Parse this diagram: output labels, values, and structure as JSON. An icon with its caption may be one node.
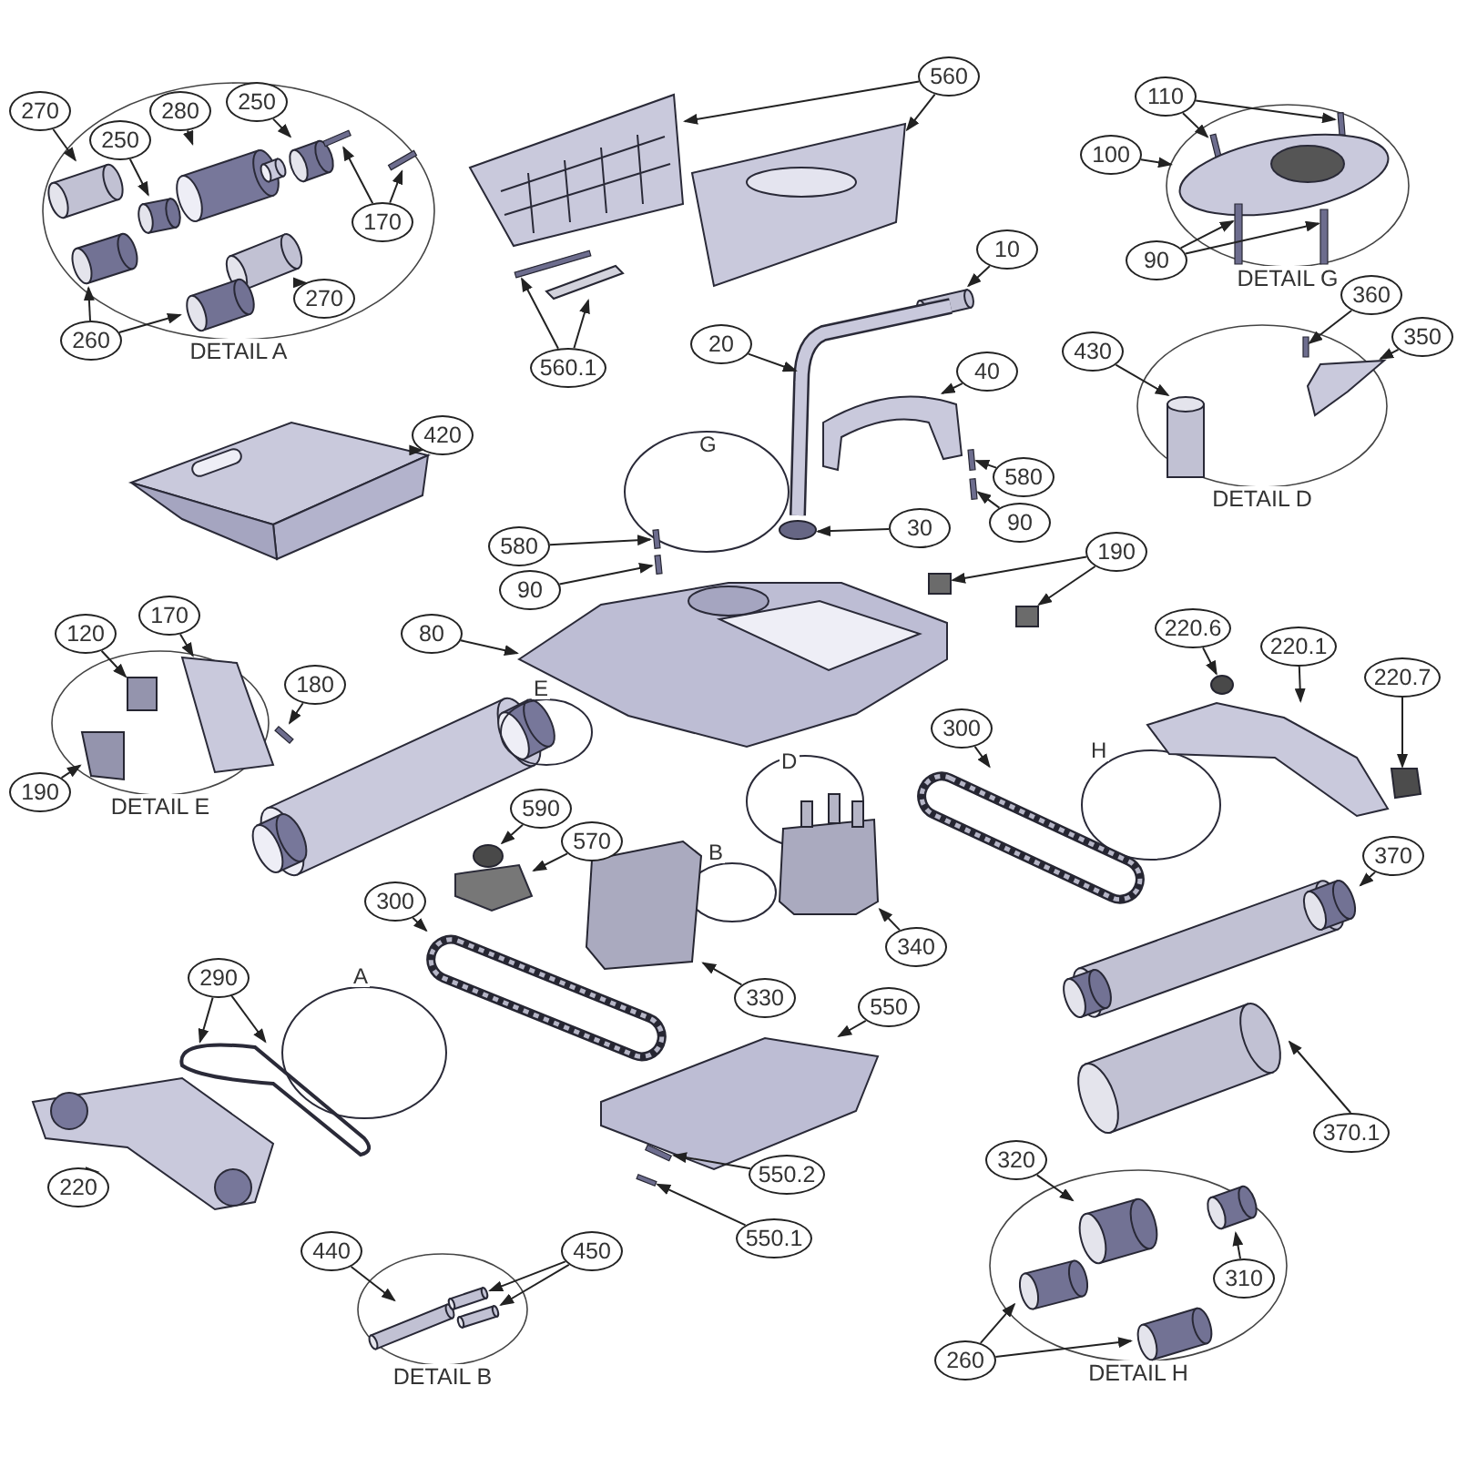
{
  "diagram": {
    "nodes": [
      {
        "text": [
          "DETAIL A"
        ]
      },
      {
        "text": [
          "DETAIL G"
        ]
      },
      {
        "text": [
          "DETAIL D"
        ]
      },
      {
        "text": [
          "DETAIL E"
        ]
      },
      {
        "text": [
          "DETAIL B"
        ]
      },
      {
        "text": [
          "DETAIL H"
        ]
      },
      {
        "text": [
          "270"
        ]
      },
      {
        "text": [
          "250"
        ],
        "in": 0
      },
      {
        "text": [
          "280"
        ],
        "in": 0
      },
      {
        "text": [
          "250"
        ],
        "in": 0
      },
      {
        "text": [
          "170"
        ],
        "in": 0
      },
      {
        "text": [
          "270"
        ],
        "in": 0
      },
      {
        "text": [
          "260"
        ]
      },
      {
        "text": [
          "560"
        ]
      },
      {
        "text": [
          "110"
        ]
      },
      {
        "text": [
          "100"
        ]
      },
      {
        "text": [
          "10"
        ]
      },
      {
        "text": [
          "90"
        ]
      },
      {
        "text": [
          "360"
        ]
      },
      {
        "text": [
          "350"
        ]
      },
      {
        "text": [
          "20"
        ]
      },
      {
        "text": [
          "430"
        ]
      },
      {
        "text": [
          "560.1"
        ]
      },
      {
        "text": [
          "40"
        ]
      },
      {
        "text": [
          "420"
        ]
      },
      {
        "text": [
          "580"
        ]
      },
      {
        "text": [
          "90"
        ]
      },
      {
        "text": [
          "30"
        ]
      },
      {
        "text": [
          "580"
        ]
      },
      {
        "text": [
          "190"
        ]
      },
      {
        "text": [
          "90"
        ]
      },
      {
        "text": [
          "120"
        ]
      },
      {
        "text": [
          "170"
        ]
      },
      {
        "text": [
          "80"
        ]
      },
      {
        "text": [
          "220.6"
        ]
      },
      {
        "text": [
          "220.1"
        ]
      },
      {
        "text": [
          "180"
        ]
      },
      {
        "text": [
          "220.7"
        ]
      },
      {
        "text": [
          "300"
        ]
      },
      {
        "text": [
          "190"
        ]
      },
      {
        "text": [
          "590"
        ]
      },
      {
        "text": [
          "570"
        ]
      },
      {
        "text": [
          "370"
        ]
      },
      {
        "text": [
          "300"
        ]
      },
      {
        "text": [
          "340"
        ]
      },
      {
        "text": [
          "330"
        ]
      },
      {
        "text": [
          "550"
        ]
      },
      {
        "text": [
          "290"
        ]
      },
      {
        "text": [
          "370.1"
        ]
      },
      {
        "text": [
          "320"
        ]
      },
      {
        "text": [
          "550.2"
        ]
      },
      {
        "text": [
          "220"
        ]
      },
      {
        "text": [
          "550.1"
        ]
      },
      {
        "text": [
          "440"
        ]
      },
      {
        "text": [
          "450"
        ]
      },
      {
        "text": [
          "310"
        ],
        "in": 5
      },
      {
        "text": [
          "260"
        ]
      },
      {
        "text": [],
        "shape": "cylinder",
        "in": 0
      },
      {
        "text": [],
        "shape": "cylinder",
        "in": 0
      },
      {
        "text": [],
        "shape": "picture",
        "in": 0
      },
      {
        "text": [],
        "shape": "cylinder",
        "in": 0
      },
      {
        "text": [],
        "shape": "bar",
        "in": 0
      },
      {
        "text": [],
        "shape": "bar",
        "in": 0
      },
      {
        "text": [],
        "shape": "cylinder",
        "in": 0
      },
      {
        "text": [],
        "shape": "cylinder",
        "in": 0
      },
      {
        "text": [],
        "shape": "cylinder",
        "in": 0
      },
      {
        "text": [],
        "shape": "picture"
      },
      {
        "text": [],
        "shape": "picture"
      },
      {
        "text": [],
        "shape": "bar",
        "in": 1
      },
      {
        "text": [],
        "shape": "bar",
        "in": 1
      },
      {
        "text": [],
        "shape": "picture",
        "in": 1
      },
      {
        "text": [],
        "shape": "cylinder"
      },
      {
        "text": [],
        "shape": "bar",
        "in": 1
      },
      {
        "text": [],
        "shape": "bar",
        "in": 1
      },
      {
        "text": [],
        "shape": "bar",
        "in": 2
      },
      {
        "text": [],
        "shape": "picture",
        "in": 2
      },
      {
        "text": [],
        "shape": "picture"
      },
      {
        "text": [],
        "shape": "cylinder",
        "in": 2
      },
      {
        "text": [],
        "shape": "bar"
      },
      {
        "text": [],
        "shape": "bar"
      },
      {
        "text": [],
        "shape": "picture"
      },
      {
        "text": [],
        "shape": "picture"
      },
      {
        "text": [],
        "shape": "bar"
      },
      {
        "text": [],
        "shape": "bar"
      },
      {
        "text": [],
        "shape": "circle"
      },
      {
        "text": [],
        "shape": "bar"
      },
      {
        "text": [],
        "shape": "box"
      },
      {
        "text": [],
        "shape": "box"
      },
      {
        "text": [],
        "shape": "bar"
      },
      {
        "text": [],
        "shape": "box",
        "in": 3
      },
      {
        "text": [],
        "shape": "picture",
        "in": 3
      },
      {
        "text": [],
        "shape": "picture"
      },
      {
        "text": [],
        "shape": "circle"
      },
      {
        "text": [],
        "shape": "picture"
      },
      {
        "text": [],
        "shape": "bar"
      },
      {
        "text": [],
        "shape": "box"
      },
      {
        "text": [],
        "shape": "box"
      },
      {
        "text": [],
        "shape": "box",
        "in": 3
      },
      {
        "text": [],
        "shape": "circle"
      },
      {
        "text": [],
        "shape": "picture"
      },
      {
        "text": [],
        "shape": "cylinder"
      },
      {
        "text": [],
        "shape": "box"
      },
      {
        "text": [],
        "shape": "box"
      },
      {
        "text": [],
        "shape": "box"
      },
      {
        "text": [],
        "shape": "picture"
      },
      {
        "text": [],
        "shape": "picture"
      },
      {
        "text": [],
        "shape": "cylinder"
      },
      {
        "text": [],
        "shape": "cylinder",
        "in": 5
      },
      {
        "text": [],
        "shape": "bar"
      },
      {
        "text": [],
        "shape": "picture"
      },
      {
        "text": [],
        "shape": "bar"
      },
      {
        "text": [],
        "shape": "cylinder",
        "in": 4
      },
      {
        "text": [],
        "shape": "cylinder",
        "in": 4
      },
      {
        "text": [],
        "shape": "cylinder",
        "in": 4
      },
      {
        "text": [],
        "shape": "cylinder",
        "in": 5
      },
      {
        "text": [],
        "shape": "cylinder",
        "in": 5
      },
      {
        "text": [],
        "shape": "cylinder",
        "in": 5
      }
    ],
    "edges": [
      {
        "from": 6,
        "to": 57,
        "arrow": "to"
      },
      {
        "from": 7,
        "to": 58,
        "arrow": "to"
      },
      {
        "from": 8,
        "to": 59,
        "arrow": "to"
      },
      {
        "from": 9,
        "to": 60,
        "arrow": "to"
      },
      {
        "from": 10,
        "to": 61,
        "arrow": "to"
      },
      {
        "from": 10,
        "to": 62,
        "arrow": "to"
      },
      {
        "from": 11,
        "to": 63,
        "arrow": "to"
      },
      {
        "from": 12,
        "to": 64,
        "arrow": "to"
      },
      {
        "from": 12,
        "to": 65,
        "arrow": "to"
      },
      {
        "from": 13,
        "to": 66,
        "arrow": "to"
      },
      {
        "from": 13,
        "to": 67,
        "arrow": "to"
      },
      {
        "from": 14,
        "to": 68,
        "arrow": "to"
      },
      {
        "from": 14,
        "to": 69,
        "arrow": "to"
      },
      {
        "from": 15,
        "to": 70,
        "arrow": "to"
      },
      {
        "from": 16,
        "to": 71,
        "arrow": "to"
      },
      {
        "from": 17,
        "to": 72,
        "arrow": "to"
      },
      {
        "from": 17,
        "to": 73,
        "arrow": "to"
      },
      {
        "from": 18,
        "to": 74,
        "arrow": "to"
      },
      {
        "from": 19,
        "to": 75,
        "arrow": "to"
      },
      {
        "from": 20,
        "to": 76,
        "arrow": "to"
      },
      {
        "from": 21,
        "to": 77,
        "arrow": "to"
      },
      {
        "from": 22,
        "to": 78,
        "arrow": "to"
      },
      {
        "from": 22,
        "to": 79,
        "arrow": "to"
      },
      {
        "from": 23,
        "to": 80,
        "arrow": "to"
      },
      {
        "from": 24,
        "to": 81,
        "arrow": "to"
      },
      {
        "from": 25,
        "to": 82,
        "arrow": "to"
      },
      {
        "from": 26,
        "to": 83,
        "arrow": "to"
      },
      {
        "from": 27,
        "to": 84,
        "arrow": "to"
      },
      {
        "from": 28,
        "to": 85,
        "arrow": "to"
      },
      {
        "from": 29,
        "to": 86,
        "arrow": "to"
      },
      {
        "from": 29,
        "to": 87,
        "arrow": "to"
      },
      {
        "from": 30,
        "to": 88,
        "arrow": "to"
      },
      {
        "from": 31,
        "to": 89,
        "arrow": "to"
      },
      {
        "from": 32,
        "to": 90,
        "arrow": "to"
      },
      {
        "from": 33,
        "to": 91,
        "arrow": "to"
      },
      {
        "from": 34,
        "to": 92,
        "arrow": "to"
      },
      {
        "from": 35,
        "to": 93,
        "arrow": "to"
      },
      {
        "from": 36,
        "to": 94,
        "arrow": "to"
      },
      {
        "from": 37,
        "to": 95,
        "arrow": "to"
      },
      {
        "from": 38,
        "to": 96,
        "arrow": "to"
      },
      {
        "from": 39,
        "to": 97,
        "arrow": "to"
      },
      {
        "from": 40,
        "to": 98,
        "arrow": "to"
      },
      {
        "from": 41,
        "to": 99,
        "arrow": "to"
      },
      {
        "from": 42,
        "to": 100,
        "arrow": "to"
      },
      {
        "from": 43,
        "to": 101,
        "arrow": "to"
      },
      {
        "from": 44,
        "to": 102,
        "arrow": "to"
      },
      {
        "from": 45,
        "to": 103,
        "arrow": "to"
      },
      {
        "from": 46,
        "to": 104,
        "arrow": "to"
      },
      {
        "from": 47,
        "to": 105,
        "arrow": "to"
      },
      {
        "from": 47,
        "to": 105,
        "arrow": "to"
      },
      {
        "from": 48,
        "to": 106,
        "arrow": "to"
      },
      {
        "from": 49,
        "to": 107,
        "arrow": "to"
      },
      {
        "from": 50,
        "to": 108,
        "arrow": "to"
      },
      {
        "from": 51,
        "to": 109,
        "arrow": "to"
      },
      {
        "from": 52,
        "to": 110,
        "arrow": "to"
      },
      {
        "from": 53,
        "to": 111,
        "arrow": "to"
      },
      {
        "from": 54,
        "to": 112,
        "arrow": "to"
      },
      {
        "from": 54,
        "to": 113,
        "arrow": "to"
      },
      {
        "from": 55,
        "to": 114,
        "arrow": "to"
      },
      {
        "from": 56,
        "to": 115,
        "arrow": "to"
      },
      {
        "from": 56,
        "to": 116,
        "arrow": "to"
      }
    ],
    "labels": [
      "G",
      "E",
      "H",
      "D",
      "B",
      "A"
    ]
  }
}
